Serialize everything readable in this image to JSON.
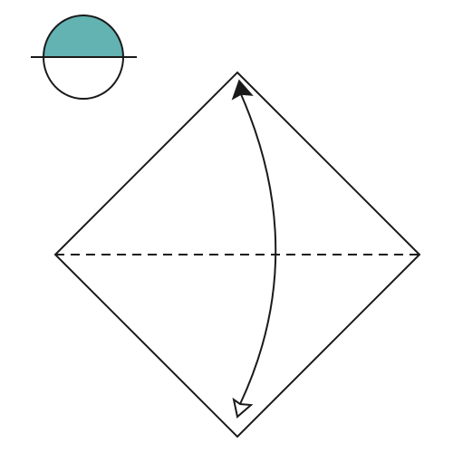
{
  "diagram": {
    "type": "origami-fold-step",
    "instruction": "valley-fold-in-half-and-unfold",
    "icon": {
      "name": "half-filled-circle-icon",
      "meaning": "colored-side-up"
    },
    "paper": {
      "shape": "square-rotated-45",
      "crease": "horizontal-diagonal",
      "line_style": "dashed"
    },
    "arrow": {
      "kind": "fold-and-unfold",
      "start": "top-corner",
      "end": "bottom-corner"
    },
    "colors": {
      "fill_colored_side": "#62b3b2",
      "stroke": "#1a1a1a",
      "paper_fill": "#ffffff"
    }
  }
}
